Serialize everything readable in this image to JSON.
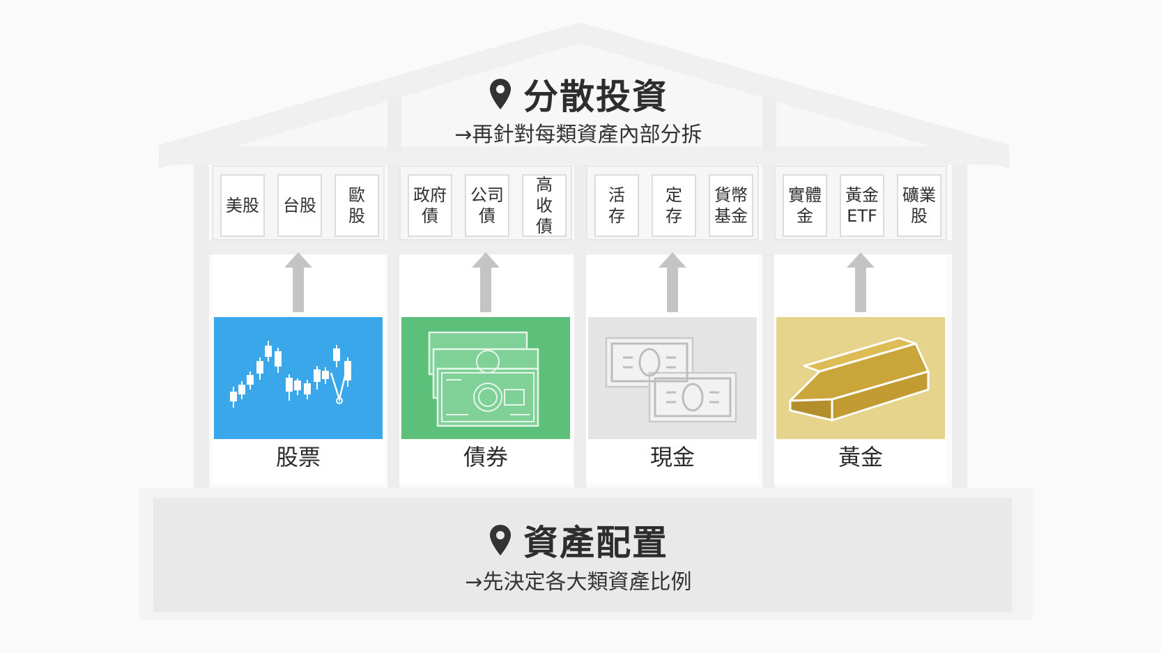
{
  "roof": {
    "title": "分散投資",
    "subtitle": "→再針對每類資產內部分拆",
    "icon": "map-pin-icon"
  },
  "foundation": {
    "title": "資產配置",
    "subtitle": "→先決定各大類資產比例",
    "icon": "map-pin-icon"
  },
  "categories": [
    {
      "label": "股票",
      "color": "#3aa7ea",
      "icon": "candlestick-chart-icon",
      "subs": [
        "美股",
        "台股",
        "歐\n股"
      ]
    },
    {
      "label": "債券",
      "color": "#5cc07a",
      "icon": "banknotes-icon",
      "subs": [
        "政府\n債",
        "公司\n債",
        "高\n收\n債"
      ]
    },
    {
      "label": "現金",
      "color": "#e4e4e4",
      "icon": "cash-bills-icon",
      "subs": [
        "活\n存",
        "定\n存",
        "貨幣\n基金"
      ]
    },
    {
      "label": "黃金",
      "color": "#e7d48c",
      "icon": "gold-bar-icon",
      "subs": [
        "實體\n金",
        "黃金\nETF",
        "礦業\n股"
      ]
    }
  ]
}
